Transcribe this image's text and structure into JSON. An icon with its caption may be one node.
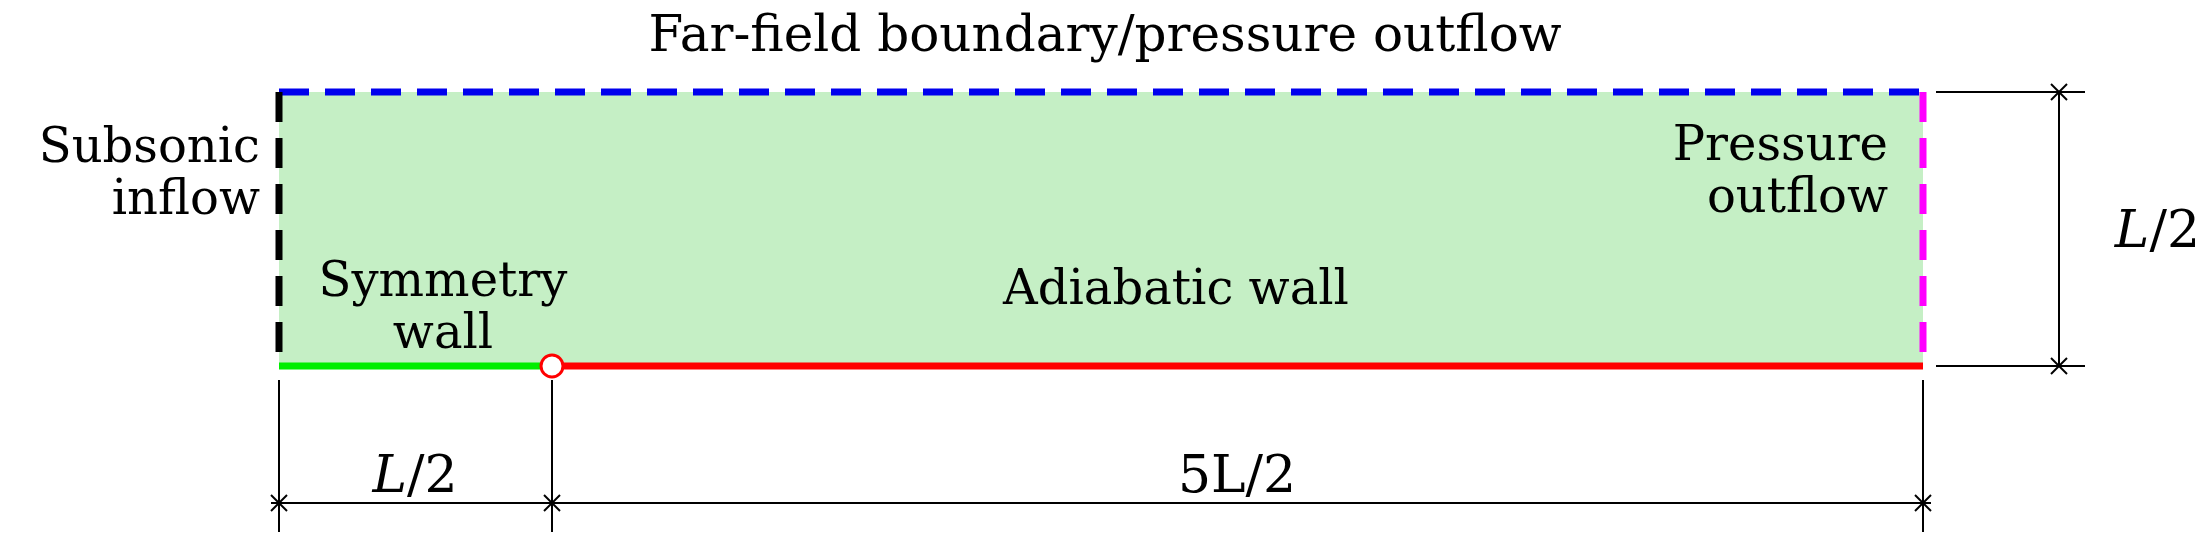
{
  "diagram": {
    "labels": [
      "Far-field boundary/pressure outflow",
      "Subsonic inflow",
      "Pressure outflow",
      "Symmetry wall",
      "Adiabatic wall",
      "*L*/2",
      "*L*/2",
      "5L/2"
    ]
  }
}
